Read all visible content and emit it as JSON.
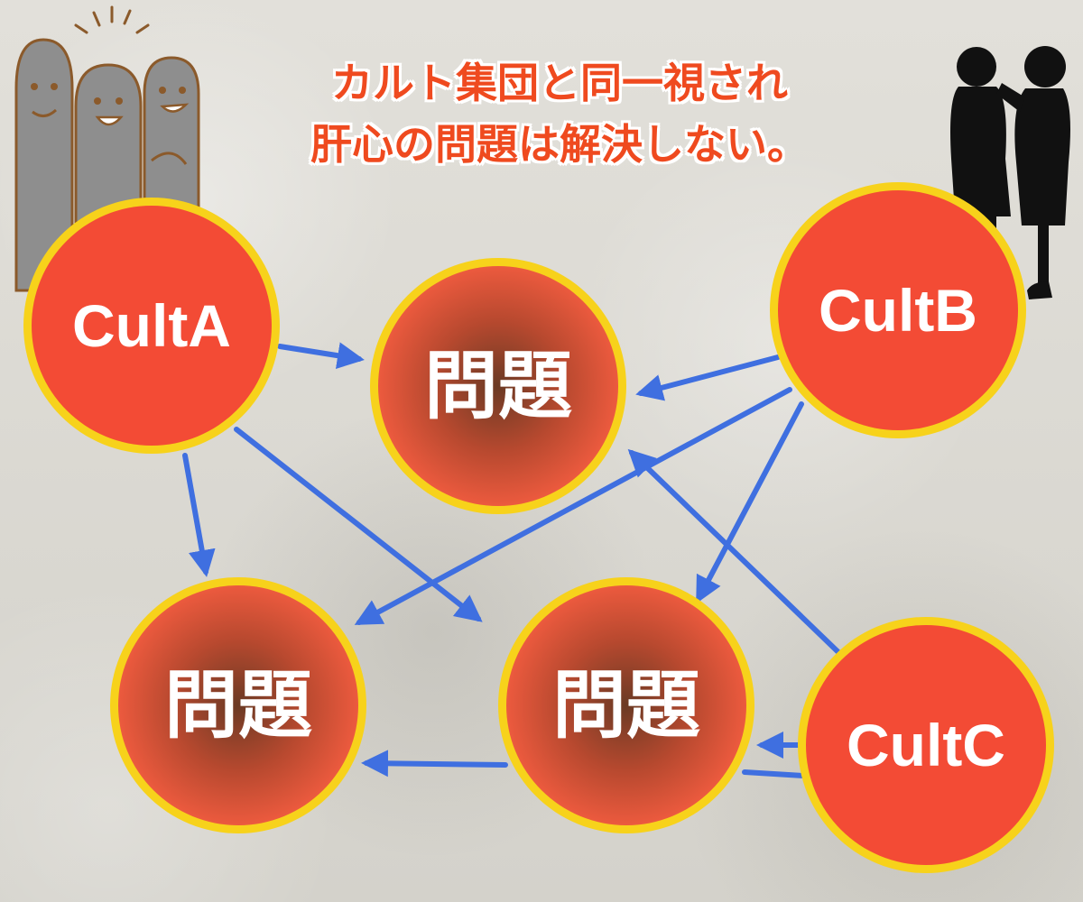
{
  "headline": {
    "line1": "カルト集団と同一視され",
    "line2": "肝心の問題は解決しない。"
  },
  "cults": [
    {
      "id": "a",
      "label": "CultA"
    },
    {
      "id": "b",
      "label": "CultB"
    },
    {
      "id": "c",
      "label": "CultC"
    }
  ],
  "problems": [
    {
      "id": "p1",
      "label": "問題"
    },
    {
      "id": "p2",
      "label": "問題"
    },
    {
      "id": "p3",
      "label": "問題"
    }
  ],
  "connections": [
    {
      "from": "CultA",
      "to": "問題 (top)"
    },
    {
      "from": "CultA",
      "to": "問題 (bottom-left)"
    },
    {
      "from": "CultA",
      "to": "問題 (bottom-right)"
    },
    {
      "from": "CultB",
      "to": "問題 (top)"
    },
    {
      "from": "CultB",
      "to": "問題 (bottom-left)"
    },
    {
      "from": "CultB",
      "to": "問題 (bottom-right)"
    },
    {
      "from": "CultC",
      "to": "問題 (top)"
    },
    {
      "from": "CultC",
      "to": "問題 (bottom-right)"
    },
    {
      "from": "CultC",
      "to": "問題 (bottom-left)"
    }
  ],
  "colors": {
    "cult_fill": "#f34b35",
    "ring": "#f7d21b",
    "problem_edge": "#e8553a",
    "problem_center": "#6b3a24",
    "arrow": "#3f6fe0",
    "headline": "#ef4a1f",
    "figures_outline": "#8b5a2b",
    "figures_fill": "#8e8e8e",
    "silhouette": "#111111"
  },
  "icons": [
    "gossiping-figures-illustration",
    "whispering-silhouettes-illustration"
  ]
}
